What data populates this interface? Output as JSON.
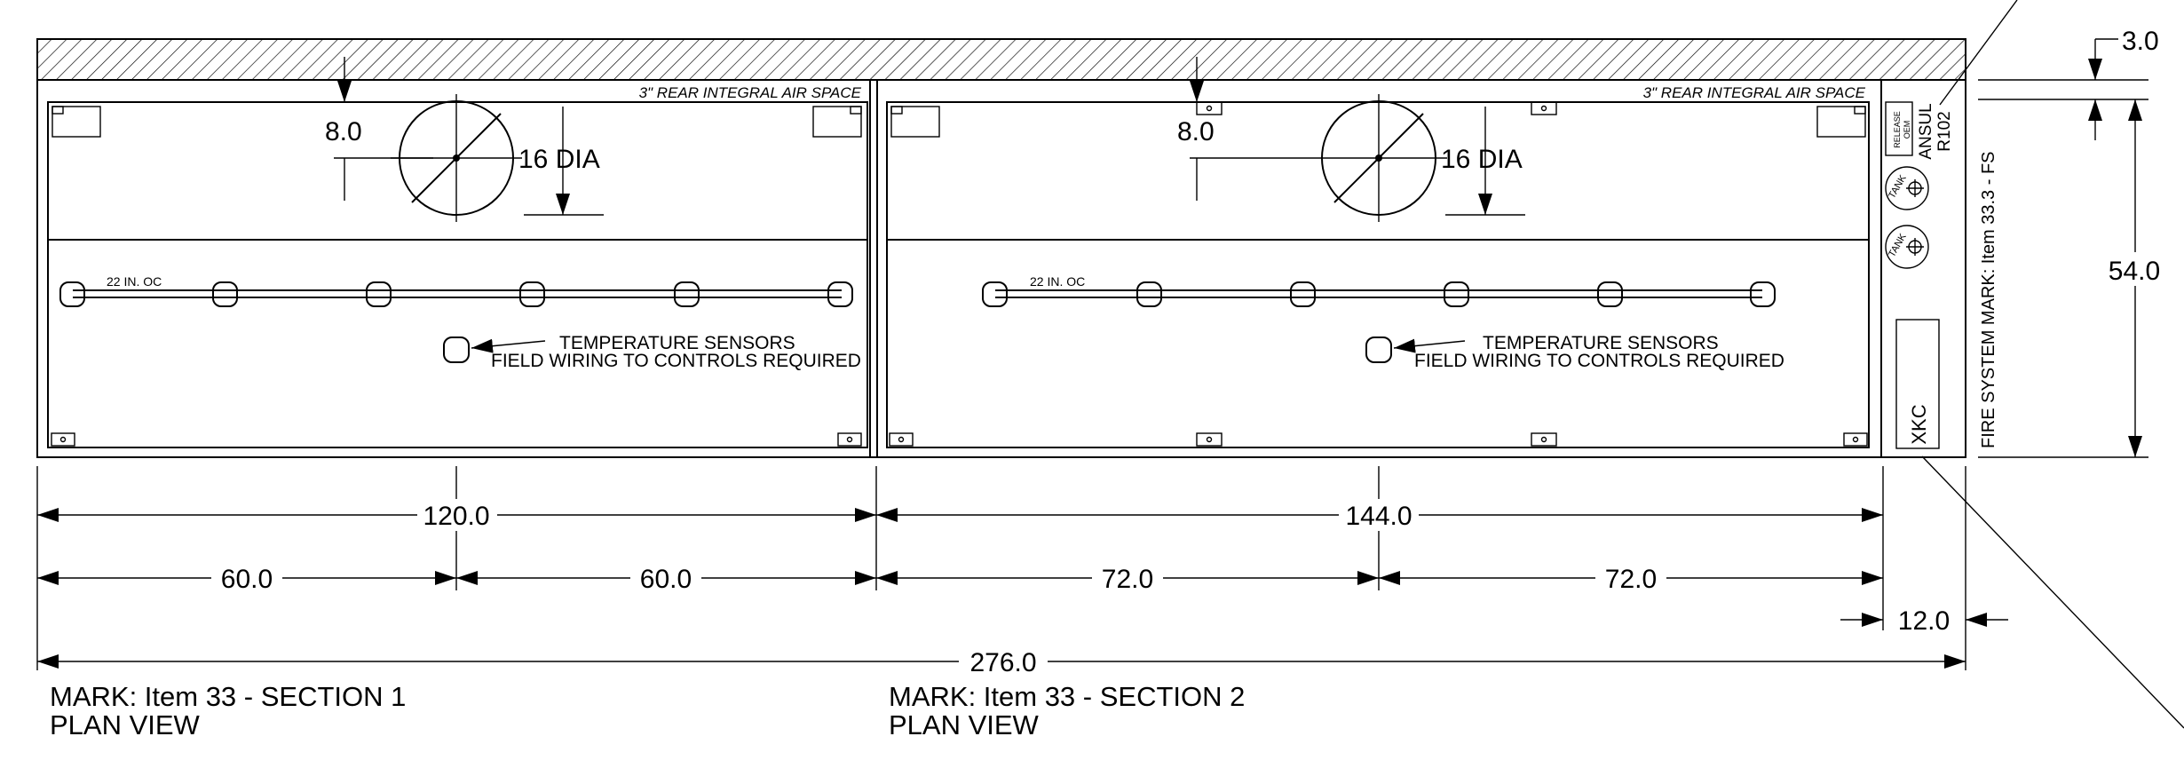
{
  "diagram": {
    "air_space_label": "3\" REAR INTEGRAL AIR SPACE",
    "spacing_label": "22 IN. OC",
    "sensors_label_1": "TEMPERATURE SENSORS",
    "sensors_label_2": "FIELD WIRING TO CONTROLS REQUIRED",
    "hole_offset": "8.0",
    "hole_dia": "16 DIA",
    "section1": {
      "mark": "MARK: Item 33 - SECTION 1",
      "view": "PLAN VIEW",
      "overall": "120.0",
      "half_left": "60.0",
      "half_right": "60.0"
    },
    "section2": {
      "mark": "MARK: Item 33 - SECTION 2",
      "view": "PLAN VIEW",
      "overall": "144.0",
      "half_left": "72.0",
      "half_right": "72.0"
    },
    "fire_cabinet": {
      "release_label": "RELEASE",
      "oem_label": "OEM",
      "ansul_label": "ANSUL",
      "model_label": "R102",
      "tank_label": "TANK",
      "xkc_label": "XKC",
      "fire_mark": "FIRE SYSTEM MARK: Item 33.3 - FS",
      "width": "12.0"
    },
    "total_length": "276.0",
    "depth": "54.0",
    "air_space_depth": "3.0"
  }
}
